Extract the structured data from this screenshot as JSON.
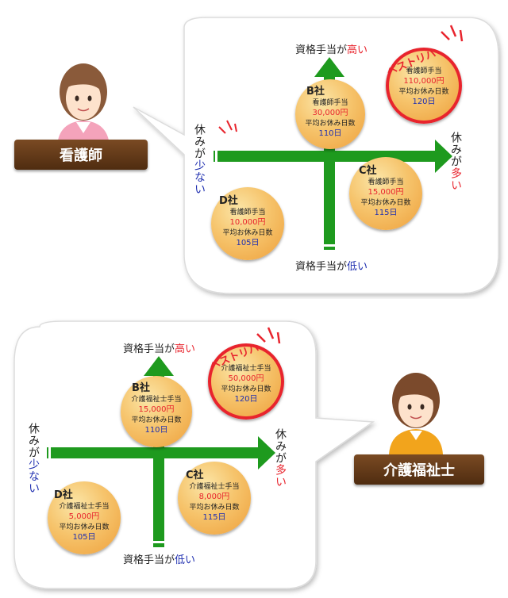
{
  "panels": [
    {
      "role": "看護師",
      "axis": {
        "top_pre": "資格手当が",
        "top_hi": "高い",
        "bottom_pre": "資格手当が",
        "bottom_hi": "低い",
        "left_pre": "休みが",
        "left_hi": "少ない",
        "right_pre": "休みが",
        "right_hi": "多い"
      },
      "best_label": "ベストリハ",
      "best": {
        "allowance_label": "看護師手当",
        "allowance": "110,000円",
        "days_label": "平均お休み日数",
        "days": "120日"
      },
      "companies": [
        {
          "name": "B社",
          "allowance_label": "看護師手当",
          "allowance": "30,000円",
          "days_label": "平均お休み日数",
          "days": "110日"
        },
        {
          "name": "C社",
          "allowance_label": "看護師手当",
          "allowance": "15,000円",
          "days_label": "平均お休み日数",
          "days": "115日"
        },
        {
          "name": "D社",
          "allowance_label": "看護師手当",
          "allowance": "10,000円",
          "days_label": "平均お休み日数",
          "days": "105日"
        }
      ]
    },
    {
      "role": "介護福祉士",
      "axis": {
        "top_pre": "資格手当が",
        "top_hi": "高い",
        "bottom_pre": "資格手当が",
        "bottom_hi": "低い",
        "left_pre": "休みが",
        "left_hi": "少ない",
        "right_pre": "休みが",
        "right_hi": "多い"
      },
      "best_label": "ベストリハ",
      "best": {
        "allowance_label": "介護福祉士手当",
        "allowance": "50,000円",
        "days_label": "平均お休み日数",
        "days": "120日"
      },
      "companies": [
        {
          "name": "B社",
          "allowance_label": "介護福祉士手当",
          "allowance": "15,000円",
          "days_label": "平均お休み日数",
          "days": "110日"
        },
        {
          "name": "C社",
          "allowance_label": "介護福祉士手当",
          "allowance": "8,000円",
          "days_label": "平均お休み日数",
          "days": "115日"
        },
        {
          "name": "D社",
          "allowance_label": "介護福祉士手当",
          "allowance": "5,000円",
          "days_label": "平均お休み日数",
          "days": "105日"
        }
      ]
    }
  ],
  "colors": {
    "axis_green": "#1e9a1e",
    "highlight_red": "#e8242d",
    "low_blue": "#1f2fb0",
    "tag_brown": "#5e3716"
  }
}
